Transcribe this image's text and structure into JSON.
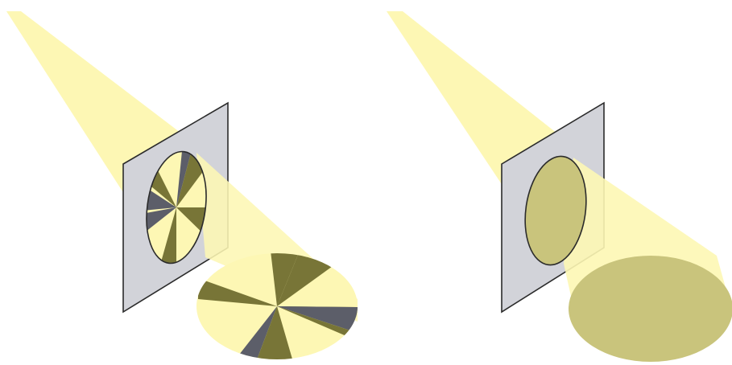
{
  "colors": {
    "background": "#ffffff",
    "light_beam": "#fdf7b4",
    "screen_panel": "#d2d3d9",
    "panel_outline": "#2b2b2b",
    "sector_olive": "#787537",
    "sector_slate": "#5c5e69",
    "disk_tint": "#c9c47c"
  },
  "panels": [
    {
      "id": "left",
      "content": "pinwheel-sectors"
    },
    {
      "id": "right",
      "content": "uniform-disk"
    }
  ]
}
